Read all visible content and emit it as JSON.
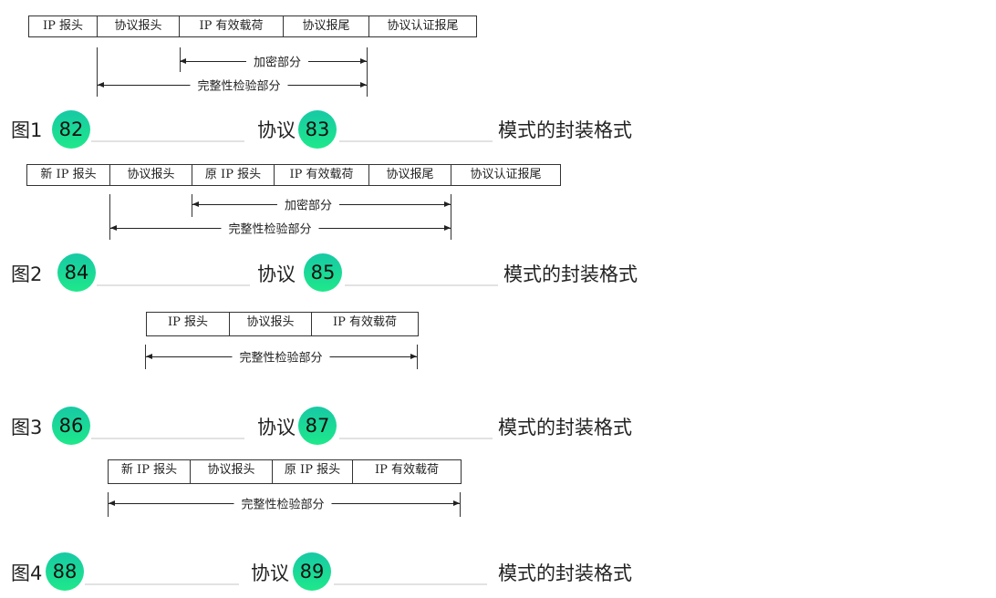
{
  "figures": [
    {
      "cells": [
        "IP 报头",
        "协议报头",
        "IP 有效载荷",
        "协议报尾",
        "协议认证报尾"
      ],
      "encrypt_label": "加密部分",
      "integrity_label": "完整性检验部分",
      "fig_label": "图1",
      "blank1": "82",
      "mid": "协议",
      "blank2": "83",
      "tail": "模式的封装格式"
    },
    {
      "cells": [
        "新 IP 报头",
        "协议报头",
        "原 IP 报头",
        "IP 有效载荷",
        "协议报尾",
        "协议认证报尾"
      ],
      "encrypt_label": "加密部分",
      "integrity_label": "完整性检验部分",
      "fig_label": "图2",
      "blank1": "84",
      "mid": "协议",
      "blank2": "85",
      "tail": "模式的封装格式"
    },
    {
      "cells": [
        "IP 报头",
        "协议报头",
        "IP 有效载荷"
      ],
      "integrity_label": "完整性检验部分",
      "fig_label": "图3",
      "blank1": "86",
      "mid": "协议",
      "blank2": "87",
      "tail": "模式的封装格式"
    },
    {
      "cells": [
        "新 IP 报头",
        "协议报头",
        "原 IP 报头",
        "IP 有效载荷"
      ],
      "integrity_label": "完整性检验部分",
      "fig_label": "图4",
      "blank1": "88",
      "mid": "协议",
      "blank2": "89",
      "tail": "模式的封装格式"
    }
  ],
  "colors": {
    "badge_top": "#17c9a5",
    "badge_bottom": "#1ee88a"
  }
}
